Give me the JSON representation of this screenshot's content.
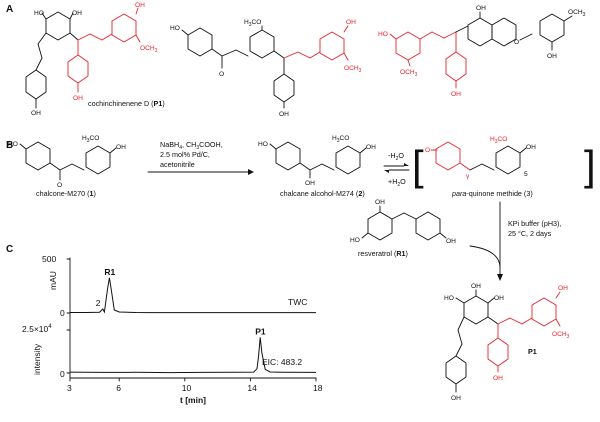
{
  "panels": {
    "a": "A",
    "b": "B",
    "c": "C"
  },
  "compounds": {
    "p1_name": "cochinchinenene D (",
    "p1_code": "P1",
    "p1_close": ")",
    "chalcone": "chalcone-M270 (",
    "chalcone_num": "1",
    "chalcone_close": ")",
    "alcohol": "chalcane alcohol-M274 (",
    "alcohol_num": "2",
    "alcohol_close": ")",
    "quinone_it": "para",
    "quinone": "-quinone methide (3)",
    "resveratrol": "resveratrol (",
    "resveratrol_code": "R1",
    "resveratrol_close": ")",
    "product": "P1"
  },
  "conditions": {
    "reduction": [
      "NaBH",
      "4",
      ", CH",
      "3",
      "COOH,",
      "2.5 mol% Pd/C,",
      "acetonitrile"
    ],
    "dehydration_top": "-H",
    "dehydration_top_sub": "2",
    "dehydration_top_o": "O",
    "dehydration_bottom": "+H",
    "dehydration_bottom_sub": "2",
    "dehydration_bottom_o": "O",
    "buffer": [
      "KPi buffer (pH3),",
      "25 °C, 2 days"
    ]
  },
  "atoms": {
    "ho": "HO",
    "oh": "OH",
    "o": "O",
    "och3": "OCH",
    "och3_sub": "3",
    "h3co": "H",
    "h3co_sub": "3",
    "h3co_co": "CO",
    "gamma": "γ",
    "five": "5",
    "bracket_l": "[",
    "bracket_r": "]"
  },
  "chart_data": [
    {
      "type": "line",
      "series_label": "TWC",
      "ylabel": "mAU",
      "yticks": [
        "500",
        "0"
      ],
      "ylim": [
        0,
        500
      ],
      "peaks": [
        {
          "label": "R1",
          "x": 5.4,
          "y": 350
        },
        {
          "label": "2",
          "x": 5.0,
          "y": 40
        }
      ],
      "x": [
        3,
        4,
        4.8,
        5.0,
        5.1,
        5.3,
        5.4,
        5.5,
        5.7,
        6.0,
        7,
        8,
        10,
        12,
        14,
        16,
        18
      ],
      "y": [
        5,
        5,
        8,
        40,
        10,
        250,
        350,
        250,
        30,
        10,
        5,
        4,
        4,
        4,
        4,
        4,
        4
      ]
    },
    {
      "type": "line",
      "series_label": "EIC: 483.2",
      "ylabel": "intensity",
      "yticks_mantissa": "2.5×10",
      "yticks_exp": "4",
      "ytick_zero": "0",
      "ylim": [
        0,
        28000
      ],
      "peaks": [
        {
          "label": "P1",
          "x": 14.6,
          "y": 25000
        }
      ],
      "x": [
        3,
        5,
        7,
        9,
        11,
        13,
        14.2,
        14.4,
        14.5,
        14.6,
        14.7,
        14.9,
        15.2,
        16,
        18
      ],
      "y": [
        600,
        400,
        500,
        300,
        400,
        500,
        600,
        3000,
        12000,
        25000,
        14000,
        2500,
        700,
        500,
        400
      ]
    }
  ],
  "xaxis": {
    "ticks": [
      "3",
      "6",
      "10",
      "14",
      "18"
    ],
    "tick_values": [
      3,
      6,
      10,
      14,
      18
    ],
    "label": "t [min]",
    "xlim": [
      3,
      18
    ]
  }
}
